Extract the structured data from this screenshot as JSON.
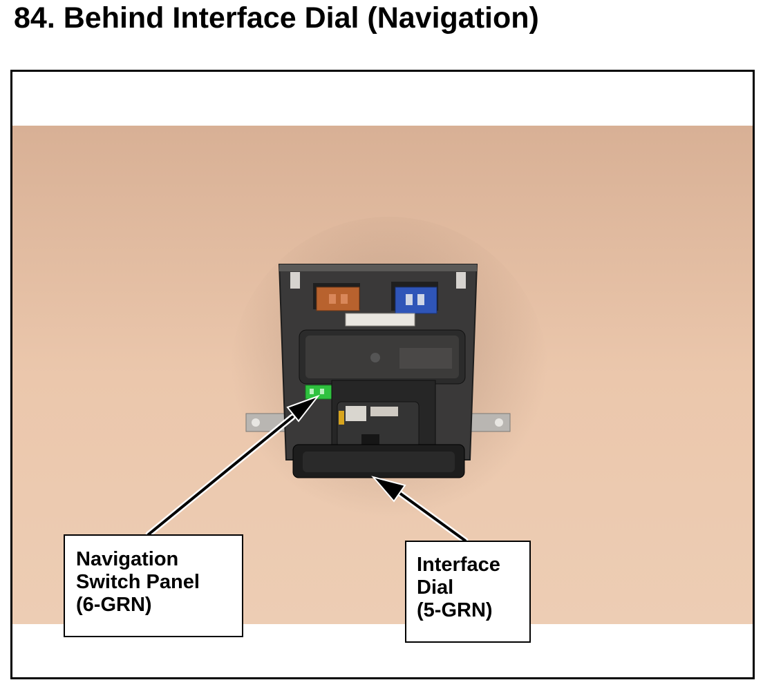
{
  "page": {
    "title": "84.  Behind Interface Dial (Navigation)"
  },
  "figure": {
    "callouts": [
      {
        "lines": [
          "Navigation",
          "Switch Panel",
          "(6-GRN)"
        ]
      },
      {
        "lines": [
          "Interface",
          "Dial",
          "(5-GRN)"
        ]
      }
    ],
    "colors": {
      "background_wall": "#e9c3a6",
      "border": "#000000",
      "connector_orange": "#b8622e",
      "connector_blue": "#2f55b8",
      "connector_green": "#2fc23f"
    }
  }
}
